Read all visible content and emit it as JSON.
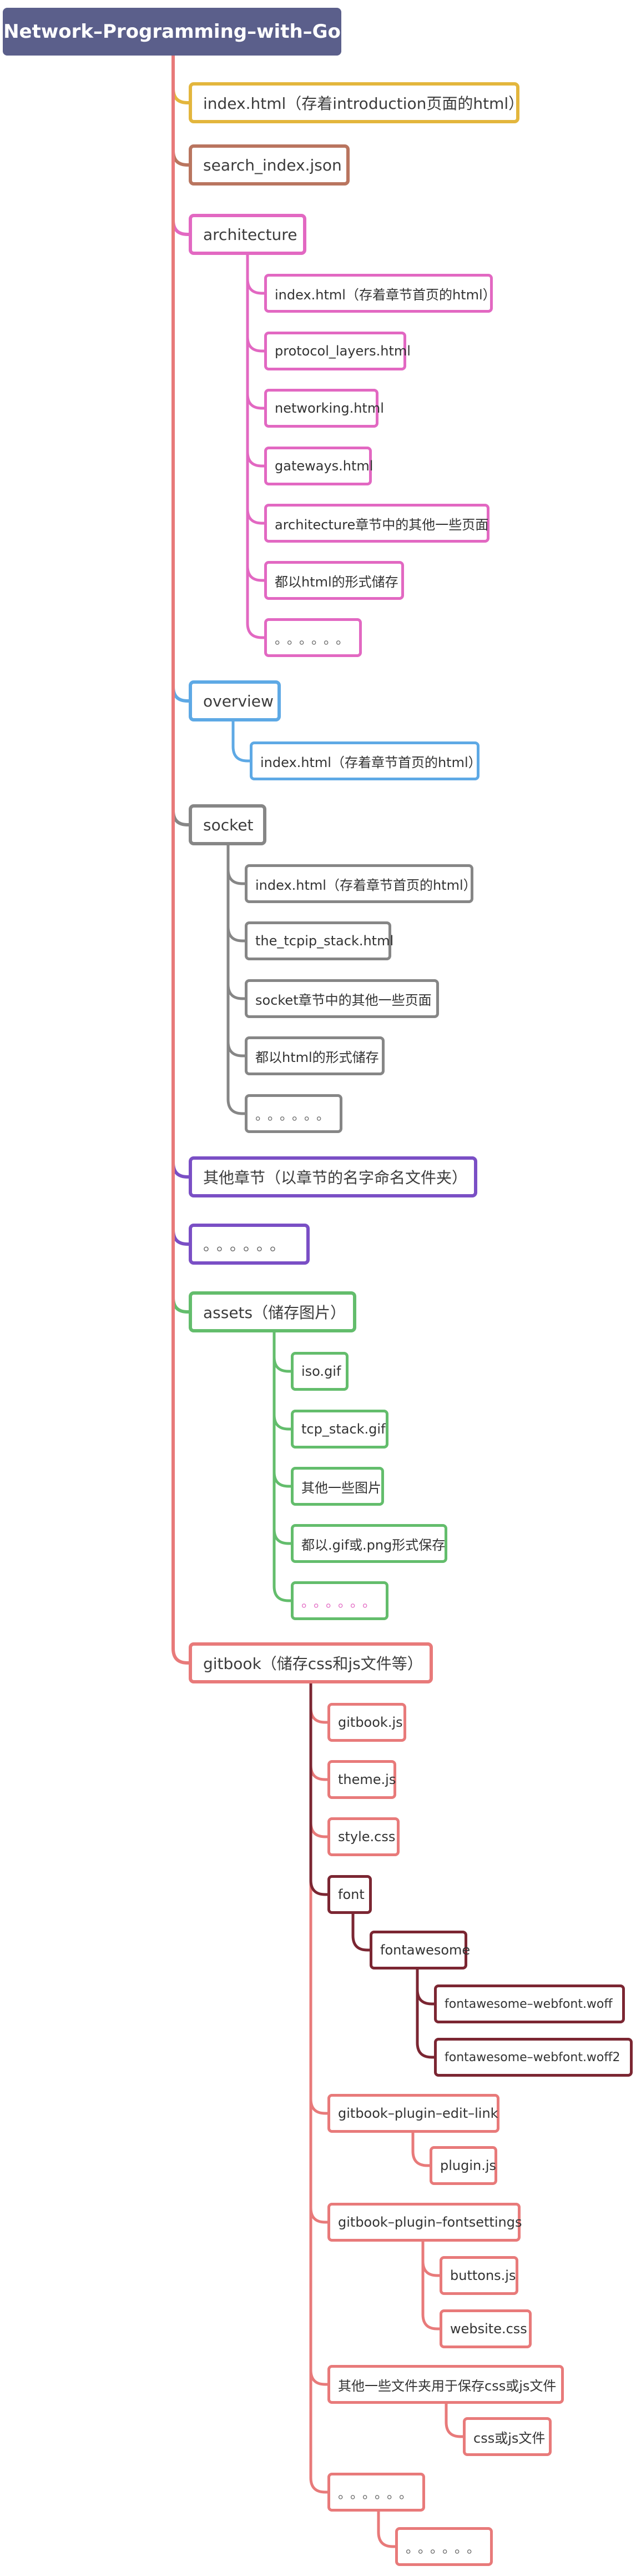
{
  "root": {
    "label": "Network–Programming–with–Go"
  },
  "colors": {
    "yellow": "#e3b63d",
    "brown": "#b9755f",
    "pink": "#e268c2",
    "blue": "#5ea9e5",
    "gray": "#868686",
    "purple": "#7a4fc5",
    "green": "#63bd6c",
    "red": "#e87a7a",
    "maroon": "#7b2632",
    "root": "#5b5f8b"
  },
  "nodes": {
    "index_html": "index.html（存着introduction页面的html）",
    "search_index": "search_index.json",
    "architecture": "architecture",
    "arch_index": "index.html（存着章节首页的html）",
    "arch_protocol": "protocol_layers.html",
    "arch_networking": "networking.html",
    "arch_gateways": "gateways.html",
    "arch_other": "architecture章节中的其他一些页面",
    "arch_html": "都以html的形式储存",
    "arch_more": "。。。。。。",
    "overview": "overview",
    "overview_index": "index.html（存着章节首页的html）",
    "socket": "socket",
    "socket_index": "index.html（存着章节首页的html）",
    "socket_stack": "the_tcpip_stack.html",
    "socket_other": "socket章节中的其他一些页面",
    "socket_html": "都以html的形式储存",
    "socket_more": "。。。。。。",
    "other_chapters": "其他章节（以章节的名字命名文件夹）",
    "more_chapters": "。。。。。。",
    "assets": "assets（储存图片）",
    "assets_iso": "iso.gif",
    "assets_tcp": "tcp_stack.gif",
    "assets_other": "其他一些图片",
    "assets_format": "都以.gif或.png形式保存",
    "assets_more": "。。。。。。",
    "gitbook": "gitbook（储存css和js文件等）",
    "gitbook_js": "gitbook.js",
    "theme_js": "theme.js",
    "style_css": "style.css",
    "font": "font",
    "fontawesome": "fontawesome",
    "woff": "fontawesome–webfont.woff",
    "woff2": "fontawesome–webfont.woff2",
    "plugin_edit": "gitbook–plugin–edit–link",
    "plugin_js": "plugin.js",
    "plugin_fonts": "gitbook–plugin–fontsettings",
    "buttons_js": "buttons.js",
    "website_css": "website.css",
    "other_folders": "其他一些文件夹用于保存css或js文件",
    "css_js": "css或js文件",
    "gitbook_more": "。。。。。。",
    "gitbook_more_child": "。。。。。。"
  }
}
